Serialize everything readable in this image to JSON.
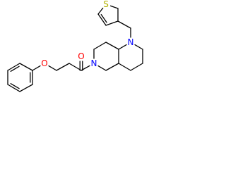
{
  "molecule": {
    "atoms": [
      {
        "name": "oxygen-ether-atom",
        "symbol": "O",
        "color": "#ff0000"
      },
      {
        "name": "oxygen-carbonyl-atom",
        "symbol": "O",
        "color": "#ff0000"
      },
      {
        "name": "nitrogen-amide-atom",
        "symbol": "N",
        "color": "#0000ff"
      },
      {
        "name": "nitrogen-amine-atom",
        "symbol": "N",
        "color": "#0000ff"
      },
      {
        "name": "sulfur-thiophene-atom",
        "symbol": "S",
        "color": "#b2b200"
      }
    ]
  }
}
